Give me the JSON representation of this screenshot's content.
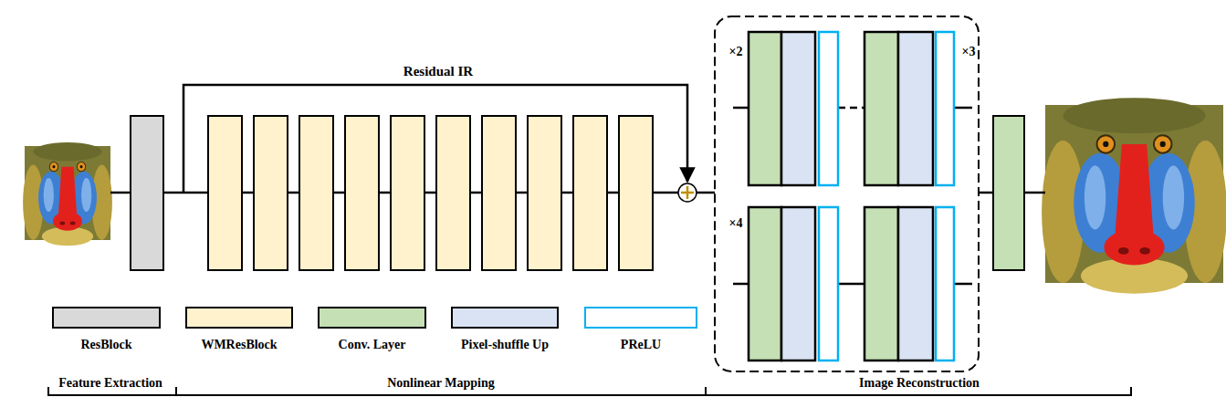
{
  "diagram": {
    "labels": [
      "Residual IR",
      "×2",
      "×3",
      "×4",
      "Feature Extraction",
      "Nonlinear Mapping",
      "Image Reconstruction"
    ],
    "legend": [
      {
        "text": "ResBlock",
        "color": "#d9d9d9"
      },
      {
        "text": "WMResBlock",
        "color": "#fff2cc"
      },
      {
        "text": "Conv. Layer",
        "color": "#c5e0b4"
      },
      {
        "text": "Pixel-shuffle Up",
        "color": "#dae3f3"
      },
      {
        "text": "PReLU"
      }
    ]
  }
}
